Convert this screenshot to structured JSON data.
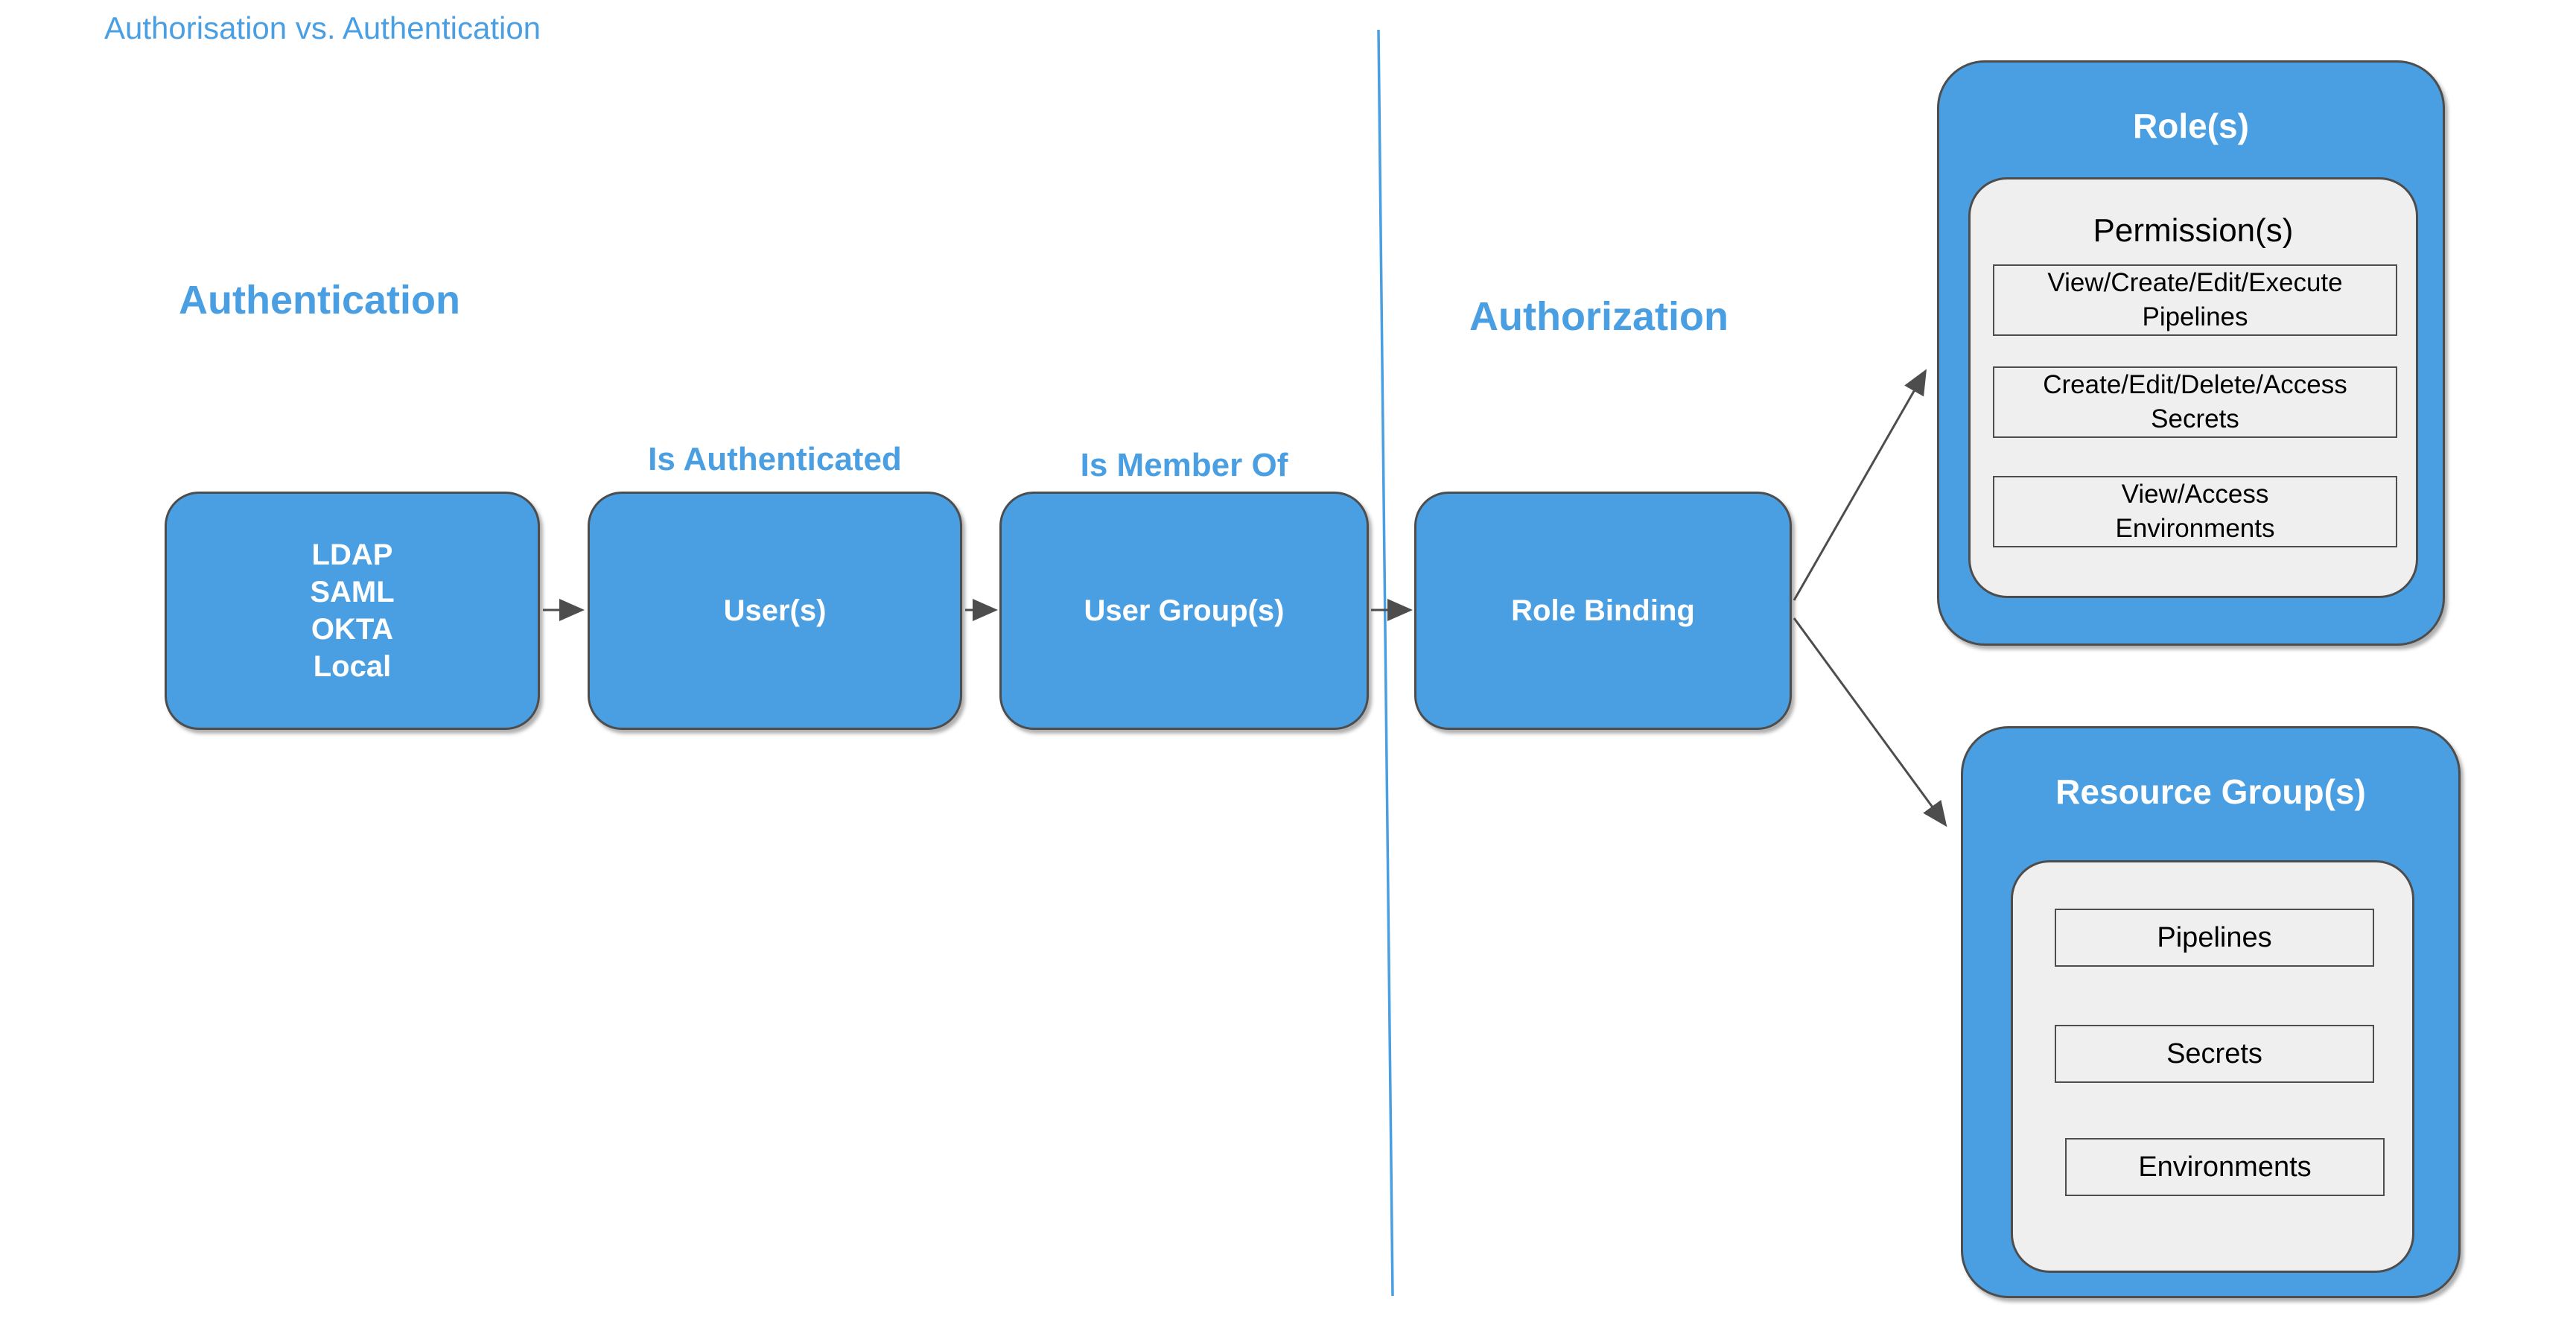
{
  "page_title": "Authorisation vs. Authentication",
  "colors": {
    "accent_blue": "#4A9FE2",
    "shape_border_gray": "#4D4D4D",
    "panel_gray": "#EFEFEF",
    "node_text_white": "#FFFFFF"
  },
  "sections": {
    "authentication_heading": "Authentication",
    "authorization_heading": "Authorization"
  },
  "flow": {
    "identity_providers": [
      "LDAP",
      "SAML",
      "OKTA",
      "Local"
    ],
    "users_label": "User(s)",
    "is_authenticated_label": "Is Authenticated",
    "user_groups_label": "User Group(s)",
    "is_member_of_label": "Is Member Of",
    "role_binding_label": "Role Binding"
  },
  "roles": {
    "title": "Role(s)",
    "permissions_title": "Permission(s)",
    "permissions": [
      "View/Create/Edit/Execute\nPipelines",
      "Create/Edit/Delete/Access\nSecrets",
      "View/Access\nEnvironments"
    ]
  },
  "resource_groups": {
    "title": "Resource Group(s)",
    "items": [
      "Pipelines",
      "Secrets",
      "Environments"
    ]
  }
}
